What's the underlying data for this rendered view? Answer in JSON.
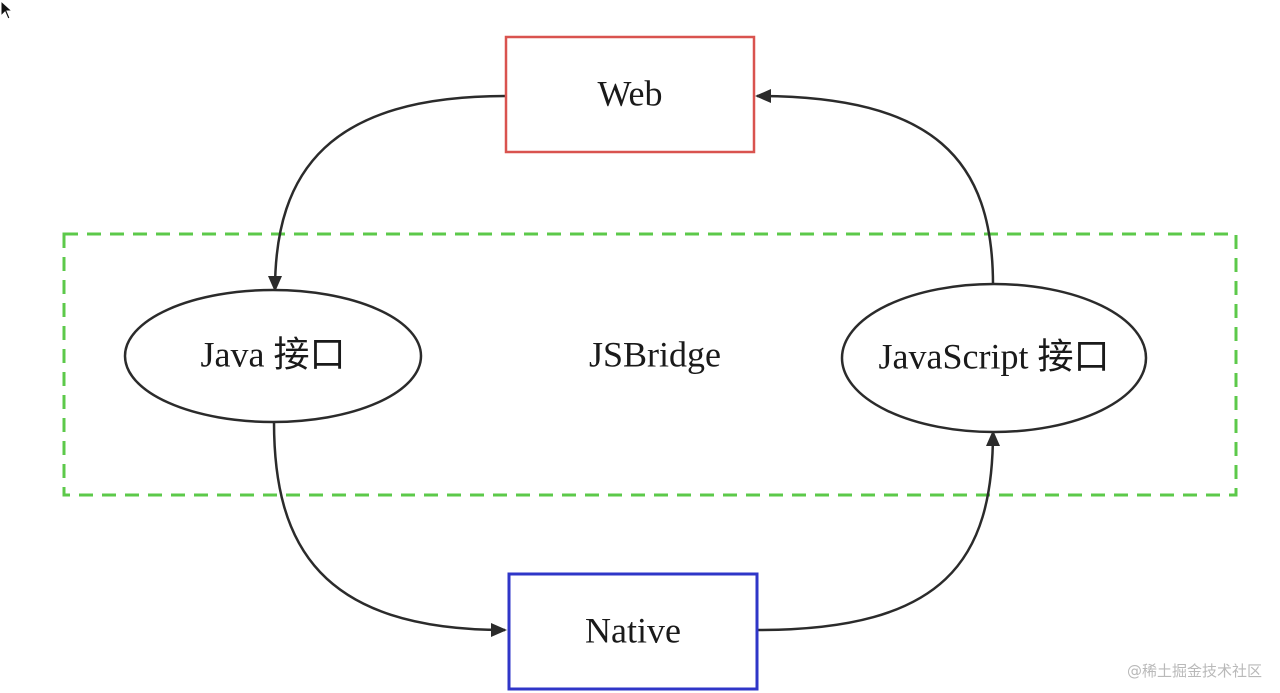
{
  "diagram": {
    "nodes": {
      "web": {
        "label": "Web",
        "border_color": "#d9534f"
      },
      "native": {
        "label": "Native",
        "border_color": "#2f36c8"
      },
      "java": {
        "label": "Java 接口"
      },
      "javascript": {
        "label": "JavaScript 接口"
      }
    },
    "bridge": {
      "label": "JSBridge",
      "border_color": "#5cc94a"
    },
    "edges": [
      {
        "from": "web",
        "to": "java"
      },
      {
        "from": "java",
        "to": "native"
      },
      {
        "from": "native",
        "to": "javascript"
      },
      {
        "from": "javascript",
        "to": "web"
      }
    ]
  },
  "watermark": "@稀土掘金技术社区"
}
